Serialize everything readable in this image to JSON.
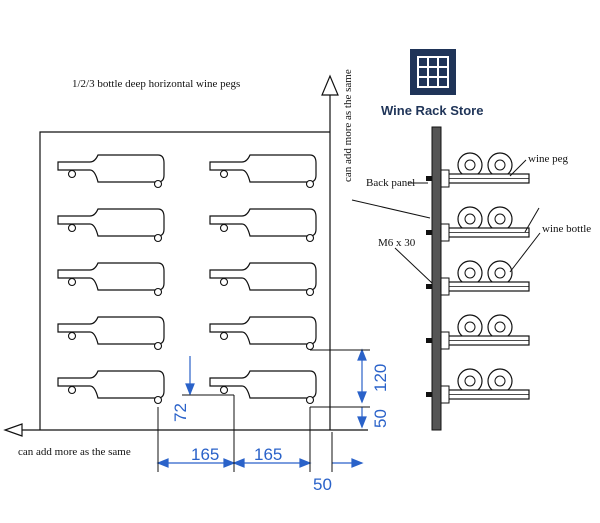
{
  "title": "1/2/3 bottle deep  horizontal wine pegs",
  "brand": {
    "name": "Wine Rack Store",
    "logo_icon": "window-grid-logo-icon",
    "color": "#1f3458"
  },
  "notes": {
    "vertical_arrow": "can add more as the same",
    "horizontal_arrow": "can add more as the same"
  },
  "side_view_labels": {
    "back_panel": "Back panel",
    "screw": "M6 x 30",
    "wine_peg": "wine peg",
    "wine_bottle": "wine bottle"
  },
  "dimensions": {
    "column_spacing_1": "165",
    "column_spacing_2": "165",
    "row_spacing": "120",
    "peg_height": "72",
    "bottom_margin": "50",
    "side_margin": "50",
    "unit_color": "#2a62c9"
  },
  "layout_info": {
    "rows": 5,
    "columns": 2,
    "side_view_pegs": 5
  }
}
